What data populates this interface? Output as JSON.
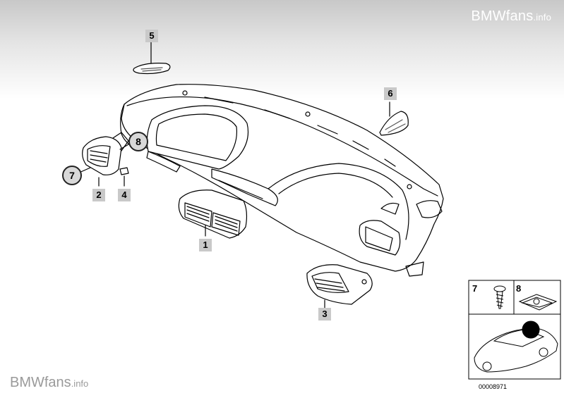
{
  "watermark": {
    "brand": "BMWfans",
    "suffix": ".info"
  },
  "callouts": {
    "part1": "1",
    "part2": "2",
    "part3": "3",
    "part4": "4",
    "part5": "5",
    "part6": "6",
    "part7": "7",
    "part8": "8"
  },
  "inset": {
    "label7": "7",
    "label8": "8"
  },
  "reference_number": "00008971"
}
